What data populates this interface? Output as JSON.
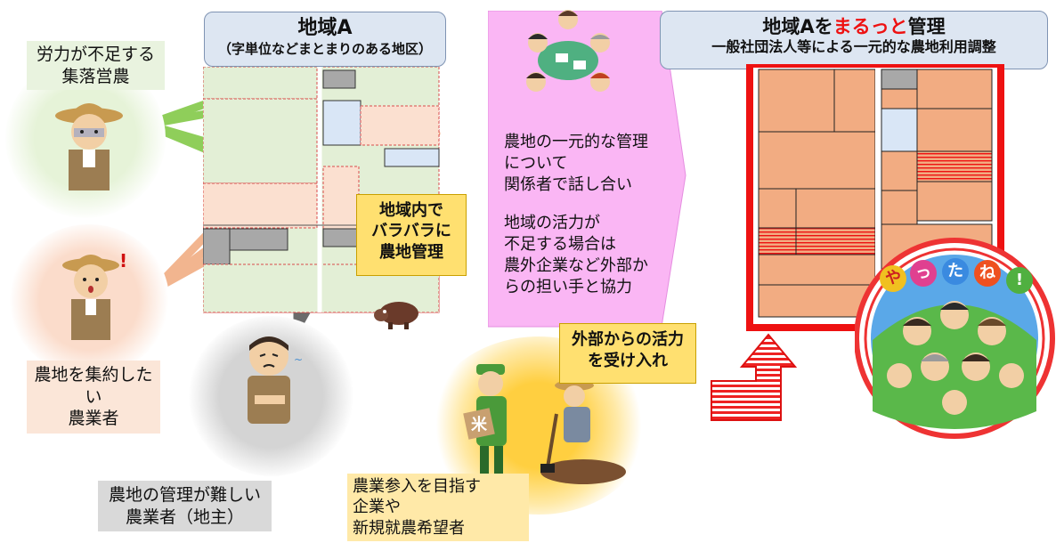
{
  "left_title": {
    "title": "地域A",
    "subtitle": "（字単位などまとまりのある地区）"
  },
  "right_title": {
    "title_prefix": "地域Aを",
    "title_highlight": "まるっと",
    "title_suffix": "管理",
    "subtitle": "一般社団法人等による一元的な農地利用調整"
  },
  "actors": {
    "village_farm": {
      "line1": "労力が不足する",
      "line2": "集落営農"
    },
    "consolidating_farmer": {
      "line1": "農地を集約したい",
      "line2": "農業者"
    },
    "landowner": {
      "line1": "農地の管理が難しい",
      "line2": "農業者（地主）"
    },
    "newcomers": {
      "line1": "農業参入を目指す",
      "line2": "企業や",
      "line3": "新規就農希望者"
    }
  },
  "scattered_label": {
    "line1": "地域内で",
    "line2": "バラバラに",
    "line3": "農地管理"
  },
  "discussion": {
    "para1": [
      "農地の一元的な管理",
      "について",
      "関係者で話し合い"
    ],
    "para2": [
      "地域の活力が",
      "不足する場合は",
      "農外企業など外部か",
      "らの担い手と協力"
    ]
  },
  "external_power": {
    "line1": "外部からの活力",
    "line2": "を受け入れ"
  },
  "celebration": {
    "chars": [
      "や",
      "っ",
      "た",
      "ね",
      "!"
    ]
  },
  "colors": {
    "green_line": "#8fce5a",
    "orange_line": "#f2b58f",
    "gray_line": "#6b6b6b",
    "managed_red": "#ee1111",
    "plot_fill": "#f2ac82",
    "pink_arrow": "#fab6f4"
  },
  "icons": [
    "farmer-tired-icon",
    "farmer-surprised-icon",
    "landowner-worried-icon",
    "meeting-people-icon",
    "newcomer-workers-icon",
    "boar-icon",
    "bent-arrow-icon",
    "happy-crowd-icon"
  ]
}
